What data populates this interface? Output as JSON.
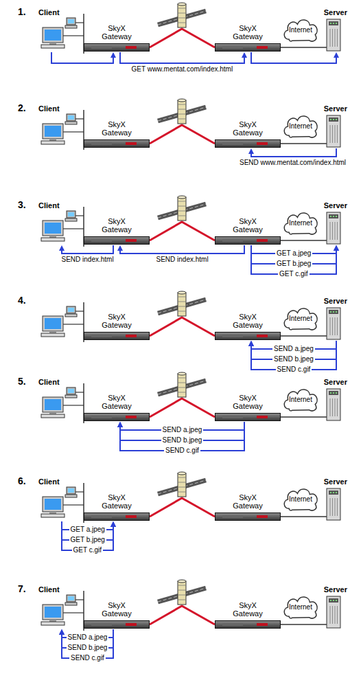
{
  "diagram": {
    "nodes": [
      {
        "text": [
          "Client"
        ]
      },
      {
        "text": [
          "SkyX Gateway"
        ]
      },
      {
        "text": [
          "SkyX Gateway"
        ]
      },
      {
        "text": [
          "Internet"
        ]
      },
      {
        "text": [
          "Server"
        ]
      },
      {
        "text": [
          "Client"
        ]
      },
      {
        "text": [
          "SkyX Gateway"
        ]
      },
      {
        "text": [
          "SkyX Gateway"
        ]
      },
      {
        "text": [
          "Internet"
        ]
      },
      {
        "text": [
          "Server"
        ]
      },
      {
        "text": [
          "Client"
        ]
      },
      {
        "text": [
          "SkyX Gateway"
        ]
      },
      {
        "text": [
          "SkyX Gateway"
        ]
      },
      {
        "text": [
          "Internet"
        ]
      },
      {
        "text": [
          "Server"
        ]
      },
      {
        "text": [
          "SkyX Gateway"
        ]
      },
      {
        "text": [
          "SkyX Gateway"
        ]
      },
      {
        "text": [
          "Internet"
        ]
      },
      {
        "text": [
          "Server"
        ]
      },
      {
        "text": [
          "Client"
        ]
      },
      {
        "text": [
          "SkyX Gateway"
        ]
      },
      {
        "text": [
          "SkyX Gateway"
        ]
      },
      {
        "text": [
          "Internet"
        ]
      },
      {
        "text": [
          "Server"
        ]
      },
      {
        "text": [
          "Client"
        ]
      },
      {
        "text": [
          "SkyX Gateway"
        ]
      },
      {
        "text": [
          "SkyX Gateway"
        ]
      },
      {
        "text": [
          "Internet"
        ]
      },
      {
        "text": [
          "Server"
        ]
      },
      {
        "text": [
          "Client"
        ]
      },
      {
        "text": [
          "SkyX Gateway"
        ]
      },
      {
        "text": [
          "SkyX Gateway"
        ]
      },
      {
        "text": [
          "Internet"
        ]
      },
      {
        "text": [
          "Server"
        ]
      }
    ],
    "edges": [
      {
        "from": 0,
        "to": 1,
        "arrow": "to"
      },
      {
        "from": 1,
        "to": 2,
        "label": "GET www.mentat.com/index.html",
        "arrow": "to"
      },
      {
        "from": 2,
        "to": 4,
        "arrow": "to"
      },
      {
        "from": 9,
        "to": 7,
        "label": "SEND www.mentat.com/index.html",
        "arrow": "to"
      },
      {
        "from": 11,
        "to": 10,
        "label": "SEND index.html",
        "arrow": "to"
      },
      {
        "from": 12,
        "to": 11,
        "label": "SEND index.html",
        "arrow": "to"
      },
      {
        "from": 12,
        "to": 14,
        "label": "GET a.jpeg",
        "arrow": "to"
      },
      {
        "from": 12,
        "to": 14,
        "label": "GET b.jpeg",
        "arrow": "to"
      },
      {
        "from": 12,
        "to": 14,
        "label": "GET c.gif",
        "arrow": "to"
      },
      {
        "from": 18,
        "to": 16,
        "label": "SEND a.jpeg",
        "arrow": "to"
      },
      {
        "from": 18,
        "to": 16,
        "label": "SEND b.jpeg",
        "arrow": "to"
      },
      {
        "from": 18,
        "to": 16,
        "label": "SEND c.gif",
        "arrow": "to"
      },
      {
        "from": 21,
        "to": 20,
        "label": "SEND a.jpeg",
        "arrow": "to"
      },
      {
        "from": 21,
        "to": 20,
        "label": "SEND b.jpeg",
        "arrow": "to"
      },
      {
        "from": 21,
        "to": 20,
        "label": "SEND c.gif",
        "arrow": "to"
      },
      {
        "from": 24,
        "to": 25,
        "label": "GET a.jpeg",
        "arrow": "to"
      },
      {
        "from": 24,
        "to": 25,
        "label": "GET b.jpeg",
        "arrow": "to"
      },
      {
        "from": 24,
        "to": 25,
        "label": "GET c.gif",
        "arrow": "to"
      },
      {
        "from": 30,
        "to": 29,
        "label": "SEND a.jpeg",
        "arrow": "to"
      },
      {
        "from": 30,
        "to": 29,
        "label": "SEND b.jpeg",
        "arrow": "to"
      },
      {
        "from": 30,
        "to": 29,
        "label": "SEND c.gif",
        "arrow": "to"
      }
    ],
    "labels": [
      "1.",
      "2.",
      "3.",
      "4.",
      "5.",
      "6.",
      "7."
    ]
  }
}
